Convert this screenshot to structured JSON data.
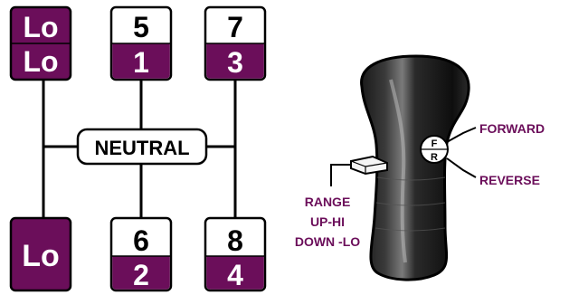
{
  "colors": {
    "purple": "#6b0e5a",
    "black": "#000000",
    "white": "#ffffff"
  },
  "shift_pattern": {
    "top_left": {
      "upper": "Lo",
      "lower": "Lo"
    },
    "top_middle": {
      "upper": "5",
      "lower": "1"
    },
    "top_right": {
      "upper": "7",
      "lower": "3"
    },
    "bottom_left": {
      "single": "Lo"
    },
    "bottom_middle": {
      "upper": "6",
      "lower": "2"
    },
    "bottom_right": {
      "upper": "8",
      "lower": "4"
    },
    "neutral_label": "NEUTRAL"
  },
  "shift_knob": {
    "forward_label": "FORWARD",
    "reverse_label": "REVERSE",
    "button_f": "F",
    "button_r": "R",
    "range_lines": [
      "RANGE",
      "UP-HI",
      "DOWN -LO"
    ]
  }
}
